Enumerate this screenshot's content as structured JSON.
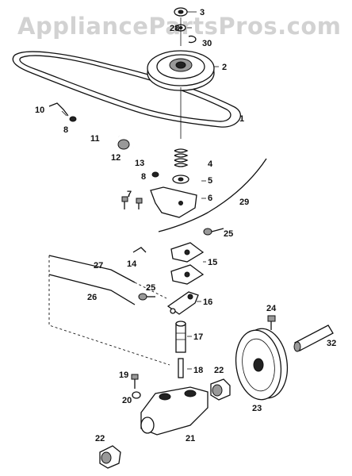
{
  "watermark": "AppliancePartsPros.com",
  "callouts": {
    "c1": "1",
    "c2": "2",
    "c3": "3",
    "c5": "5",
    "c6": "6",
    "c7": "7",
    "c8a": "8",
    "c8b": "8",
    "c10": "10",
    "c11": "11",
    "c12": "12",
    "c13": "13",
    "c14": "14",
    "c15": "15",
    "c16": "16",
    "c17": "17",
    "c18": "18",
    "c19": "19",
    "c20": "20",
    "c21": "21",
    "c22a": "22",
    "c22b": "22",
    "c23": "23",
    "c24": "24",
    "c25a": "25",
    "c25b": "25",
    "c26": "26",
    "c27": "27",
    "c28": "28",
    "c29": "29",
    "c30": "30",
    "c32": "32"
  }
}
